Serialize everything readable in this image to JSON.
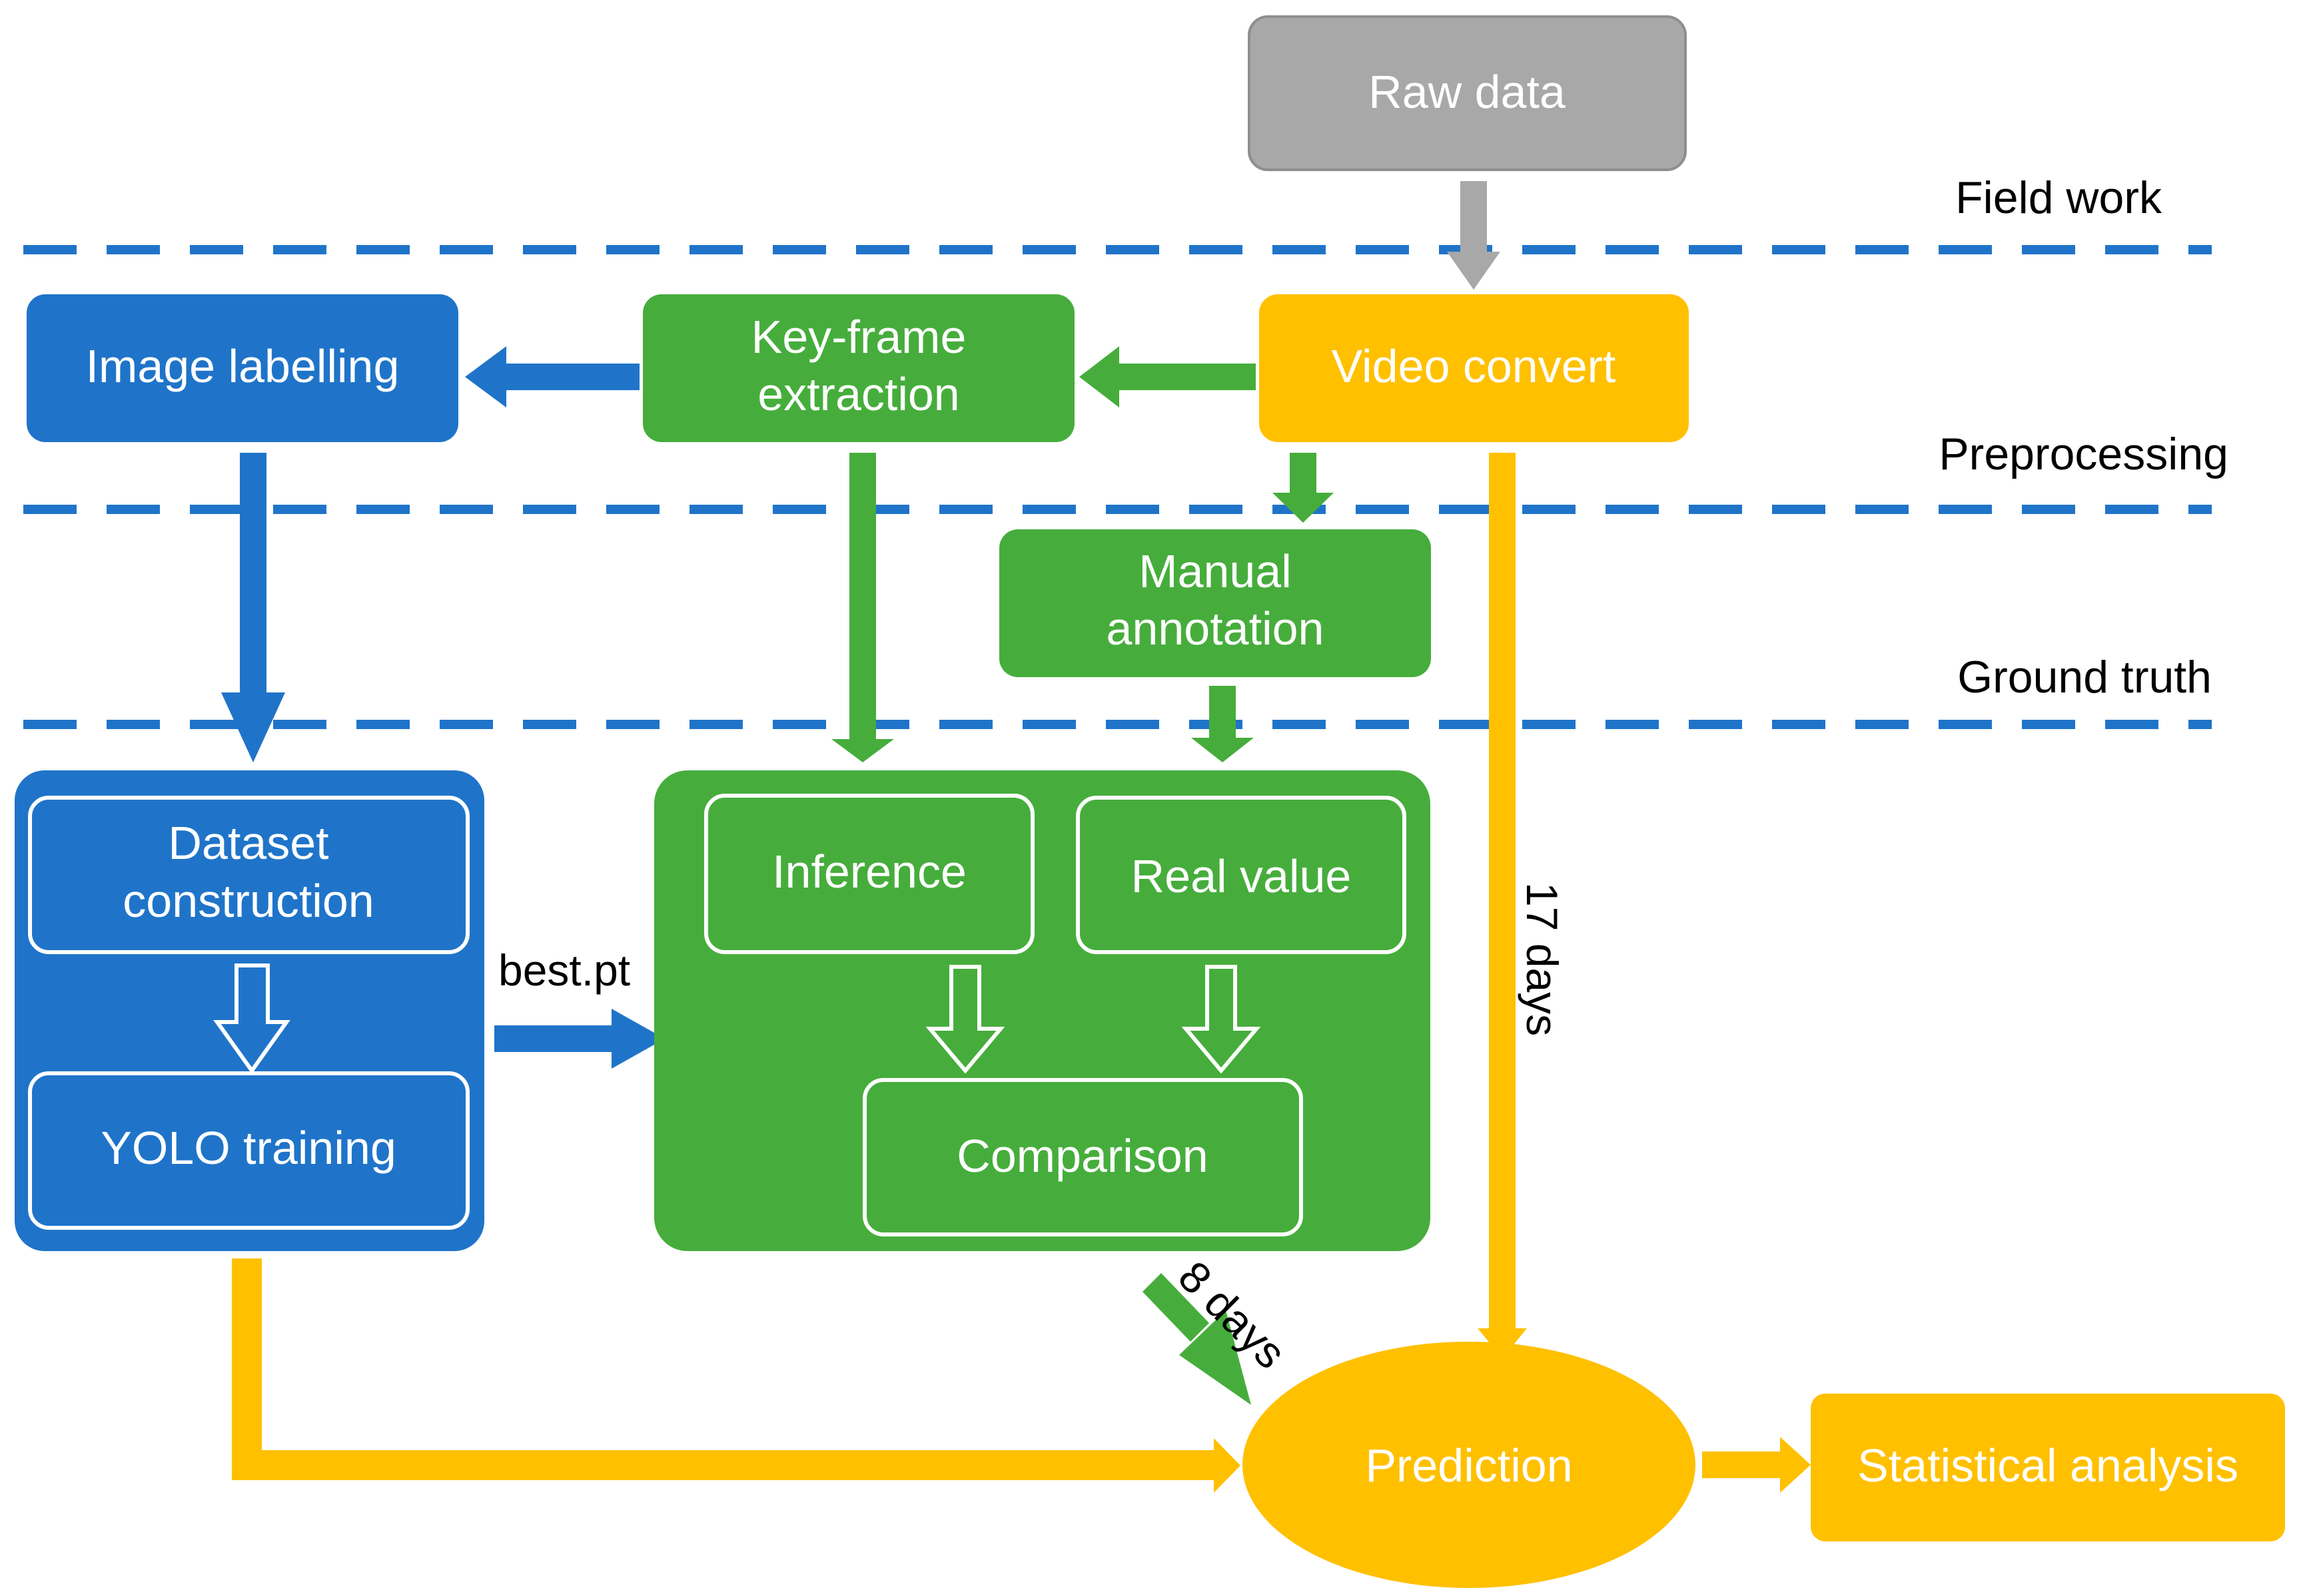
{
  "colors": {
    "blue": "#1f74c9",
    "green": "#46ad3c",
    "yellow": "#ffc000",
    "gray": "#a8a8a8",
    "dashed_line": "#1f74c9",
    "text_dark": "#000000",
    "text_light": "#ffffff"
  },
  "stages": {
    "field_work": "Field work",
    "preprocessing": "Preprocessing",
    "ground_truth": "Ground truth"
  },
  "nodes": {
    "raw_data": "Raw data",
    "video_convert": "Video convert",
    "keyframe_line1": "Key-frame",
    "keyframe_line2": "extraction",
    "image_labelling": "Image labelling",
    "manual_line1": "Manual",
    "manual_line2": "annotation",
    "dataset_line1": "Dataset",
    "dataset_line2": "construction",
    "yolo_training": "YOLO training",
    "inference": "Inference",
    "real_value": "Real value",
    "comparison": "Comparison",
    "prediction": "Prediction",
    "statistical_analysis": "Statistical analysis"
  },
  "edge_labels": {
    "best_pt": "best.pt",
    "days_17": "17 days",
    "days_8": "8 days"
  }
}
